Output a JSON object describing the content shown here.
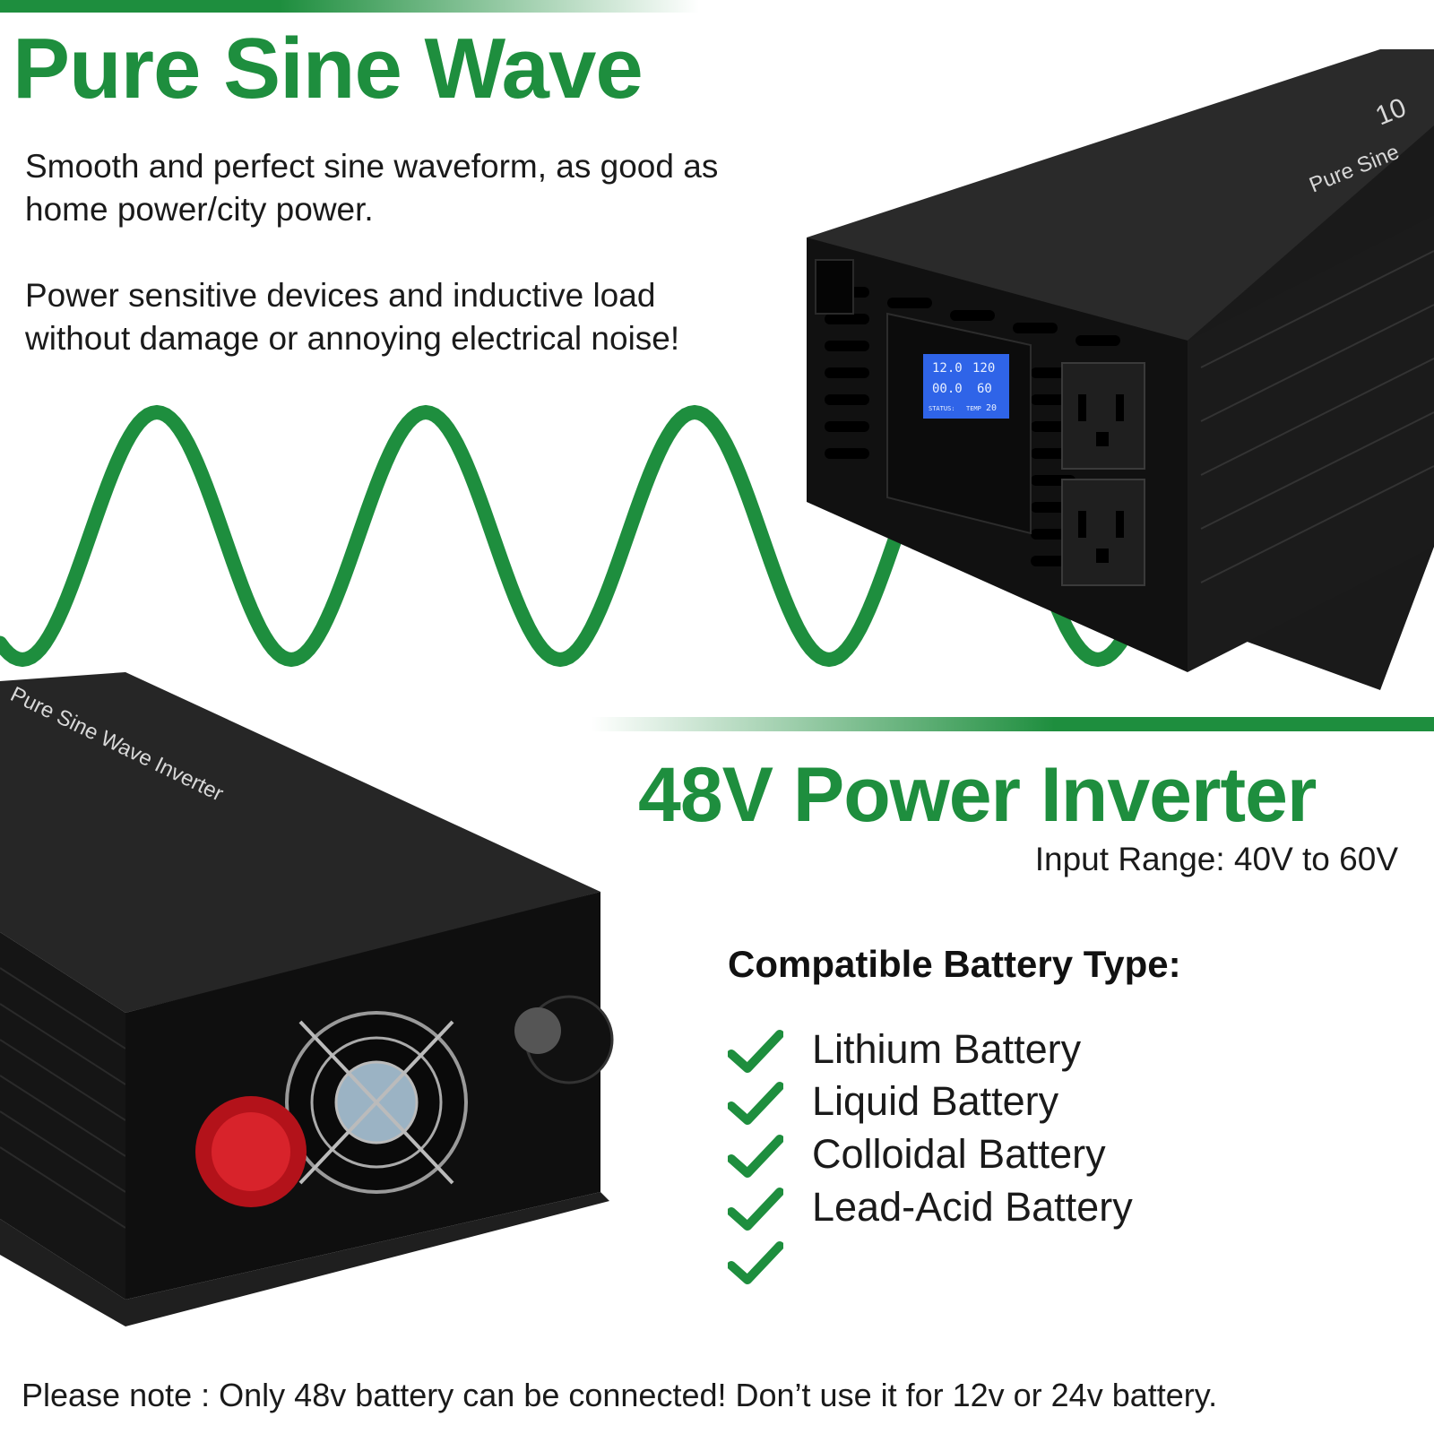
{
  "colors": {
    "brand_green": "#1e8e3e",
    "text": "#1a1a1a",
    "device": "#141414"
  },
  "header": {
    "title": "Pure Sine Wave"
  },
  "intro": {
    "paragraph_1": "Smooth and perfect sine waveform, as good as home power/city power.",
    "paragraph_2": "Power sensitive devices and inductive load without damage or annoying electrical noise!"
  },
  "product": {
    "title": "48V Power Inverter",
    "input_range": "Input Range: 40V to 60V"
  },
  "device_labels": {
    "top_brand": "Pure Sine",
    "top_model_partial": "10",
    "bottom_brand": "Pure Sine Wave Inverter"
  },
  "lcd": {
    "in_value": "12.0",
    "out_current": "00.0",
    "out_voltage": "120",
    "frequency": "60",
    "status_label": "STATUS:",
    "temp_label": "TEMP",
    "temp_value": "20"
  },
  "batteries": {
    "heading": "Compatible Battery Type:",
    "items": [
      "Lithium Battery",
      "Liquid Battery",
      "Colloidal Battery",
      "Lead-Acid Battery",
      ""
    ],
    "check_icon": "checkmark-icon"
  },
  "footer": {
    "note": "Please note : Only 48v battery can be connected! Don’t use it for 12v or 24v battery."
  }
}
